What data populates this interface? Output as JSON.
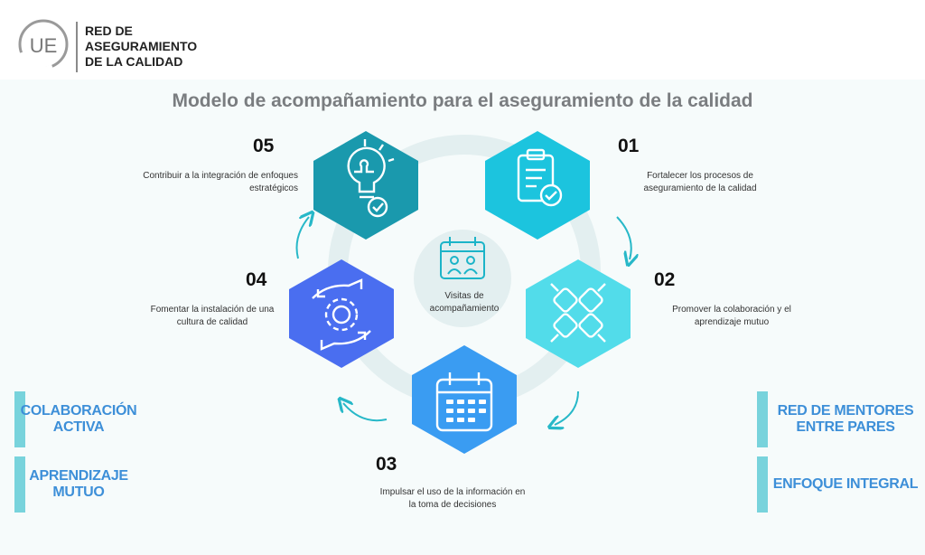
{
  "logo": {
    "initials": "UE",
    "line1": "RED DE",
    "line2": "ASEGURAMIENTO",
    "line3": "DE LA CALIDAD"
  },
  "title": "Modelo de acompañamiento para el aseguramiento de la calidad",
  "center": {
    "label": "Visitas de acompañamiento",
    "icon": "meeting-calendar-icon"
  },
  "steps": [
    {
      "number": "01",
      "text": "Fortalecer los procesos de aseguramiento de la calidad",
      "icon": "clipboard-check-icon",
      "color": "#1cc4de"
    },
    {
      "number": "02",
      "text": "Promover la colaboración y el aprendizaje mutuo",
      "icon": "joined-hands-icon",
      "color": "#52dcea"
    },
    {
      "number": "03",
      "text": "Impulsar el uso de la información en la toma de decisiones",
      "icon": "calendar-icon",
      "color": "#3a9cf2"
    },
    {
      "number": "04",
      "text": "Fomentar la instalación de una cultura de calidad",
      "icon": "gear-hands-icon",
      "color": "#4a6ef0"
    },
    {
      "number": "05",
      "text": "Contribuir a la integración de enfoques estratégicos",
      "icon": "puzzle-bulb-icon",
      "color": "#1a99ad"
    }
  ],
  "side_left": [
    "COLABORACIÓN ACTIVA",
    "APRENDIZAJE MUTUO"
  ],
  "side_right": [
    "RED DE MENTORES ENTRE PARES",
    "ENFOQUE INTEGRAL"
  ],
  "colors": {
    "ring": "#e3eff0",
    "arrow": "#27b8c8",
    "side_text": "#3d8fd8",
    "side_bar": "#78d3dc"
  }
}
